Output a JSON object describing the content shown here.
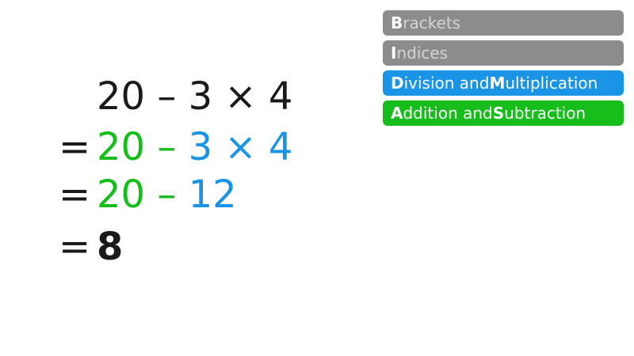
{
  "colors": {
    "text": "#1a1a1a",
    "green": "#16bd1b",
    "blue": "#1a94e6",
    "gray_pill": "#8c8c8c",
    "gray_pill_text": "#d4d4d4"
  },
  "steps": [
    {
      "prefix": "",
      "parts": [
        {
          "text": "20 – 3 × 4",
          "color": "black"
        }
      ]
    },
    {
      "prefix": "=",
      "parts": [
        {
          "text": "20 – ",
          "color": "green"
        },
        {
          "text": "3 × 4",
          "color": "blue"
        }
      ]
    },
    {
      "prefix": "=",
      "parts": [
        {
          "text": "20 – ",
          "color": "green"
        },
        {
          "text": "12",
          "color": "blue"
        }
      ]
    },
    {
      "prefix": "=",
      "parts": [
        {
          "text": "8",
          "color": "black",
          "bold": true
        }
      ]
    }
  ],
  "bidmas": [
    {
      "initial": "B",
      "rest": "rackets",
      "style": "gray"
    },
    {
      "initial": "I",
      "rest": "ndices",
      "style": "gray"
    },
    {
      "initial": "D",
      "rest": "ivision and ",
      "initial2": "M",
      "rest2": "ultiplication",
      "style": "blue"
    },
    {
      "initial": "A",
      "rest": "ddition and ",
      "initial2": "S",
      "rest2": "ubtraction",
      "style": "green"
    }
  ]
}
